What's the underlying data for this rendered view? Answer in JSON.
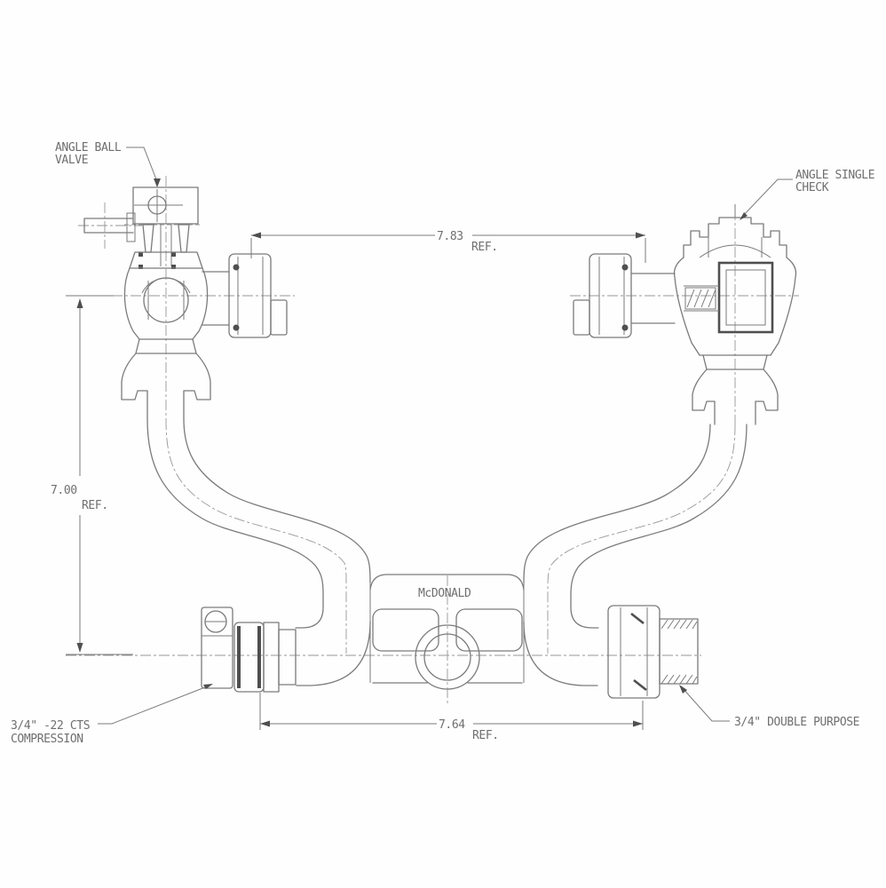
{
  "drawing": {
    "type": "meter setter assembly section drawing",
    "brand": "McDONALD",
    "labels": {
      "angle_ball_valve_line1": "ANGLE BALL",
      "angle_ball_valve_line2": "VALVE",
      "angle_single_check_line1": "ANGLE SINGLE",
      "angle_single_check_line2": "CHECK",
      "inlet_line1": "3/4\" -22 CTS",
      "inlet_line2": "COMPRESSION",
      "outlet": "3/4\" DOUBLE PURPOSE"
    },
    "dimensions": {
      "meter_spread": {
        "value": "7.83",
        "suffix": "REF."
      },
      "height": {
        "value": "7.00",
        "suffix": "REF."
      },
      "inlet_outlet_spread": {
        "value": "7.64",
        "suffix": "REF."
      }
    }
  },
  "colors": {
    "line": "#7b7b7b",
    "bold": "#4f4f4f",
    "centerline": "#979797",
    "text": "#6f6f6f",
    "background": "#fefefe"
  }
}
